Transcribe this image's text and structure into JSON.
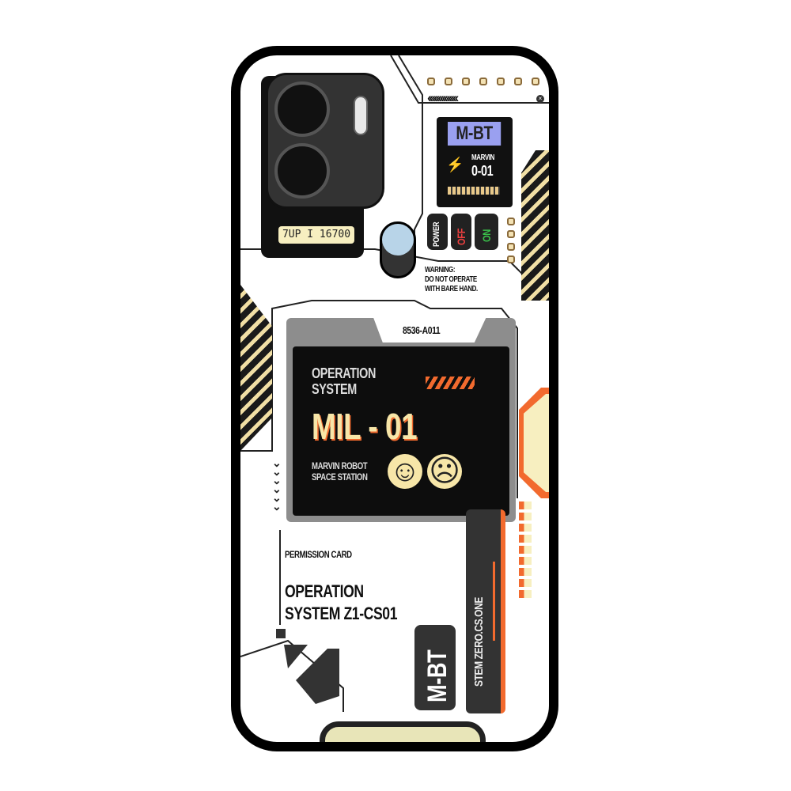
{
  "camera": {
    "lcd": "7UP I 16700"
  },
  "chip": {
    "label": "M-BT",
    "name": "MARVIN",
    "code": "0-01"
  },
  "switches": {
    "power": "POWER",
    "off": "OFF",
    "on": "ON"
  },
  "warning": [
    "WARNING:",
    "DO NOT OPERATE",
    "WITH BARE HAND."
  ],
  "screen": {
    "serial": "8536-A011",
    "title_line1": "OPERATION",
    "title_line2": "SYSTEM",
    "model": "MIL - 01",
    "sub_line1": "MARVIN ROBOT",
    "sub_line2": "SPACE STATION",
    "happy": "☺",
    "sad": "☹"
  },
  "card": {
    "label": "PERMISSION CARD",
    "line1": "OPERATION",
    "line2": "SYSTEM Z1-CS01"
  },
  "side": {
    "vertical": "STEM ZERO.CS.ONE",
    "badge": "M-BT"
  },
  "colors": {
    "accent": "#f26a2e",
    "cream": "#f7efc0",
    "dark": "#1a1a1a",
    "lavender": "#9aa0f0"
  }
}
